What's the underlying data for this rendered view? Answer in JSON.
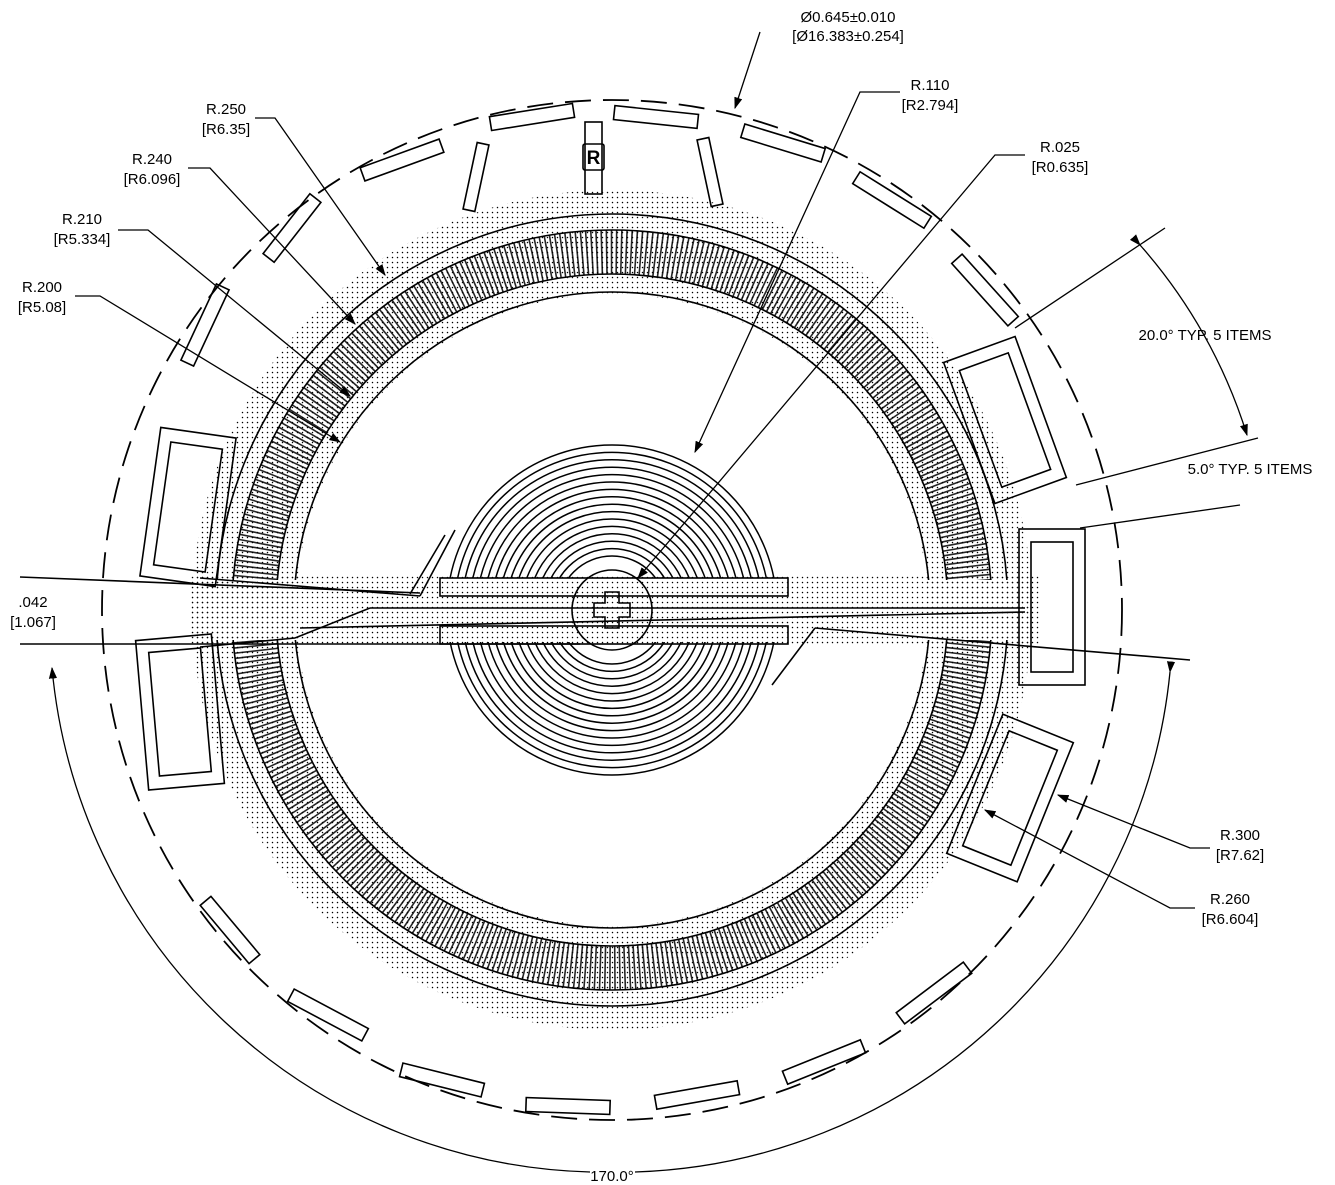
{
  "drawing": {
    "marker_letter": "R",
    "dimensions": [
      {
        "id": "diameter",
        "lines": [
          "Ø0.645±0.010",
          "[Ø16.383±0.254]"
        ]
      },
      {
        "id": "r110",
        "lines": [
          "R.110",
          "[R2.794]"
        ]
      },
      {
        "id": "r025",
        "lines": [
          "R.025",
          "[R0.635]"
        ]
      },
      {
        "id": "r250",
        "lines": [
          "R.250",
          "[R6.35]"
        ]
      },
      {
        "id": "r240",
        "lines": [
          "R.240",
          "[R6.096]"
        ]
      },
      {
        "id": "r210",
        "lines": [
          "R.210",
          "[R5.334]"
        ]
      },
      {
        "id": "r200",
        "lines": [
          "R.200",
          "[R5.08]"
        ]
      },
      {
        "id": "angle20",
        "lines": [
          "20.0° TYP. 5 ITEMS"
        ]
      },
      {
        "id": "angle5",
        "lines": [
          "5.0° TYP. 5 ITEMS"
        ]
      },
      {
        "id": "gap042",
        "lines": [
          ".042",
          "[1.067]"
        ]
      },
      {
        "id": "r300",
        "lines": [
          "R.300",
          "[R7.62]"
        ]
      },
      {
        "id": "r260",
        "lines": [
          "R.260",
          "[R6.604]"
        ]
      },
      {
        "id": "angle170",
        "lines": [
          "170.0°"
        ]
      }
    ]
  }
}
